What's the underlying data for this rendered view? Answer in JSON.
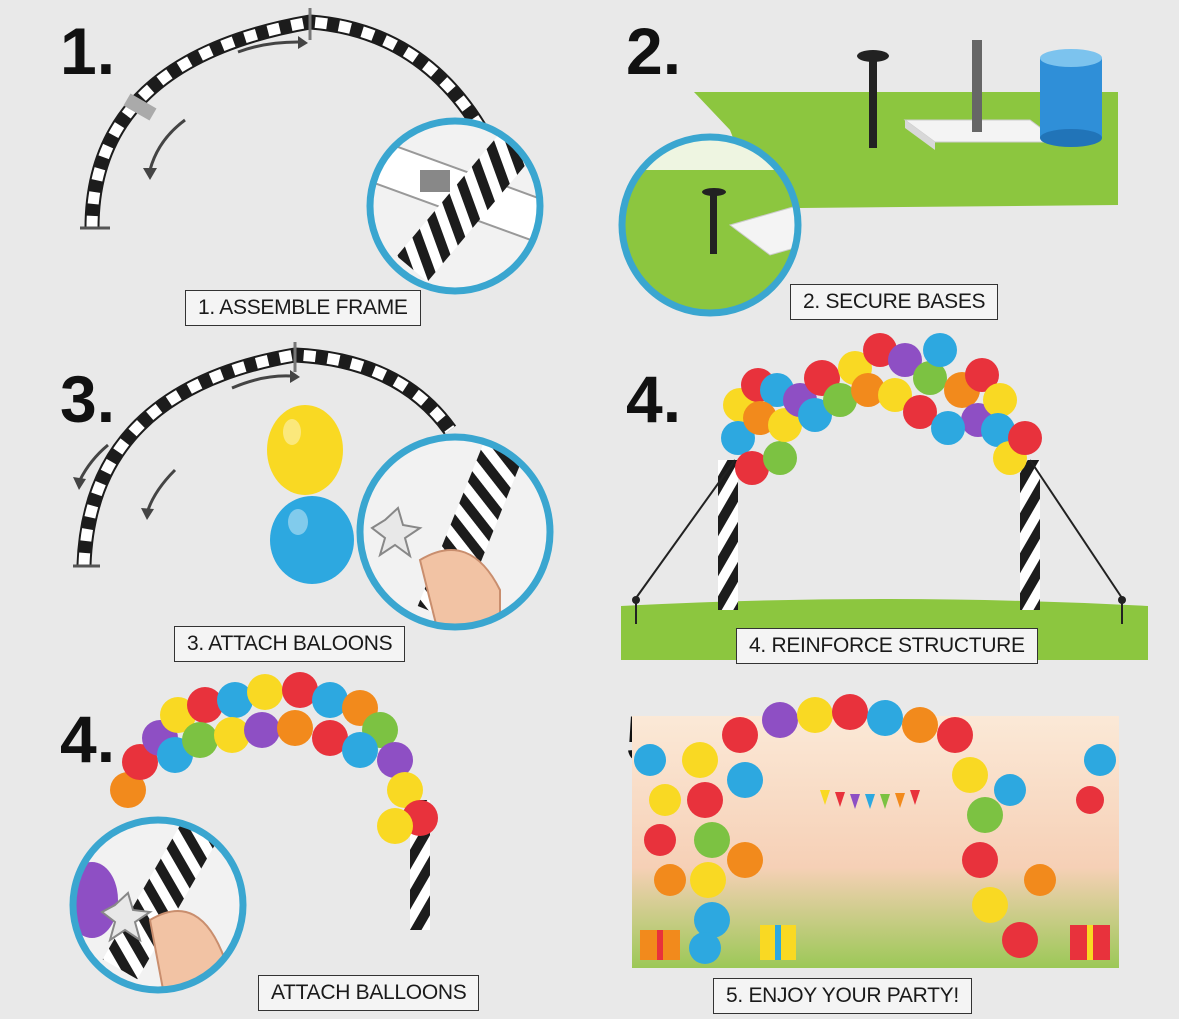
{
  "steps": [
    {
      "number": "1.",
      "caption": "1. ASSEMBLE FRAME"
    },
    {
      "number": "2.",
      "caption": "2. SECURE BASES"
    },
    {
      "number": "3.",
      "caption": "3. ATTACH BALOONS"
    },
    {
      "number": "4.",
      "caption": "4. REINFORCE STRUCTURE"
    },
    {
      "number": "4.",
      "caption": "ATTACH BALLOONS"
    },
    {
      "number": "5.",
      "caption": "5. ENJOY YOUR PARTY!"
    }
  ],
  "colors": {
    "background": "#e9e9e9",
    "grass": "#8cc63f",
    "detail_ring": "#3aa6d0",
    "pole_dark": "#1c1c1c",
    "pole_light": "#ffffff",
    "balloons": [
      "#e8323c",
      "#f9d923",
      "#2da8e0",
      "#f28a1c",
      "#8e4fc4",
      "#7cc242"
    ]
  }
}
